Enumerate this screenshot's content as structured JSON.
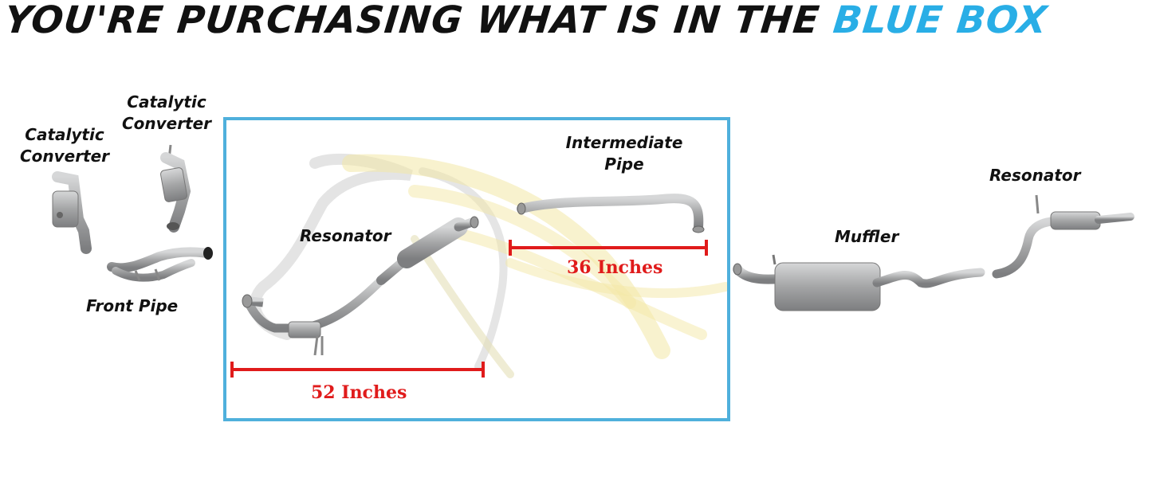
{
  "headline": {
    "prefix": "YOU'RE PURCHASING WHAT IS IN THE",
    "highlight": "BLUE BOX"
  },
  "colors": {
    "highlight": "#29aee6",
    "box": "#4fb0dc",
    "measure": "#e01b1b",
    "pipe": "#a9aaab",
    "watermark": "#f3e7a6"
  },
  "labels": {
    "cat_converter_left": [
      "Catalytic",
      "Converter"
    ],
    "cat_converter_right": [
      "Catalytic",
      "Converter"
    ],
    "front_pipe": "Front Pipe",
    "resonator_in_box": "Resonator",
    "intermediate_pipe": [
      "Intermediate",
      "Pipe"
    ],
    "muffler": "Muffler",
    "resonator_right": "Resonator"
  },
  "measurements": {
    "resonator": "52 Inches",
    "intermediate": "36 Inches"
  },
  "icons": {
    "watermark": "horse-head-logo"
  }
}
